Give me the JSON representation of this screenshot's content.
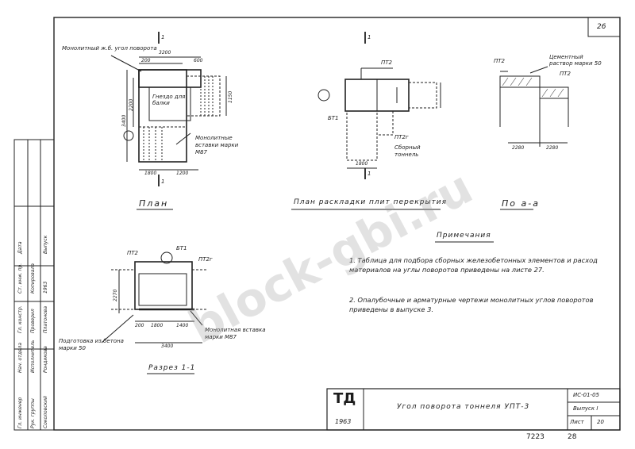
{
  "sheet": {
    "corner_number": "26",
    "bottom_numbers": {
      "inv": "7223",
      "page": "28"
    }
  },
  "plan": {
    "title": "План",
    "section_mark": "1",
    "labels": {
      "corner": "Монолитный ж.б. угол поворота",
      "socket": "Гнездо для балки",
      "inserts": "Монолитные вставки марки М87"
    },
    "dims": [
      "3200",
      "200",
      "600",
      "3400",
      "2200",
      "1150",
      "1800",
      "1200"
    ]
  },
  "layout_plan": {
    "title": "План раскладки плит перекрытия",
    "section_mark": "1",
    "labels": {
      "pt2": "ПТ2",
      "bt1": "БТ1",
      "pt2g": "ПТ2г",
      "sborny": "Сборный тоннель"
    },
    "dims": [
      "1800"
    ]
  },
  "section_aa": {
    "title": "По а-а",
    "labels": {
      "pt2_left": "ПТ2",
      "pt2_right": "ПТ2",
      "mortar": "Цементный раствор марки 50"
    },
    "dims": [
      "2280",
      "2280"
    ]
  },
  "section_11": {
    "title": "Разрез 1-1",
    "labels": {
      "pt2": "ПТ2",
      "bt1": "БТ1",
      "pt2g": "ПТ2г",
      "prep": "Подготовка из бетона марки 50",
      "insert": "Монолитная вставка марки М87"
    },
    "dims": [
      "2270",
      "200",
      "1800",
      "1400",
      "3400"
    ]
  },
  "notes": {
    "heading": "Примечания",
    "items": [
      "1. Таблица для подбора сборных железобетонных элементов и расход материалов на углы поворотов приведены на листе 27.",
      "2. Опалубочные и арматурные чертежи монолитных углов поворотов приведены в выпуске 3."
    ]
  },
  "stamp": {
    "logo": "ТД",
    "year": "1963",
    "title": "Угол поворота тоннеля УПТ-3",
    "code": "ИС-01-05",
    "issue": "Выпуск I",
    "sheet_label": "Лист",
    "sheet_no": "20"
  },
  "side_stamp": {
    "col1": [
      "Гл. инженер",
      "Нач. отдела",
      "Гл. констр.",
      "Ст. инж. пр.",
      "Дата"
    ],
    "col2": [
      "Рук. группы",
      "Исполнитель",
      "Проверил",
      "Копировала",
      ""
    ],
    "col3": [
      "Соколовский",
      "Рондикова",
      "Платонова",
      "1963",
      "Выпуск"
    ]
  },
  "watermark": "block-gbi.ru"
}
